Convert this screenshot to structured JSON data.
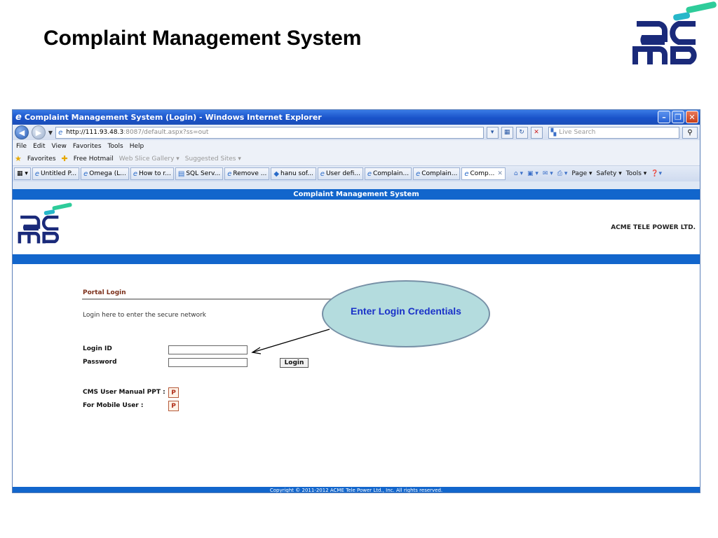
{
  "slide": {
    "title": "Complaint Management System"
  },
  "browser": {
    "window_title": "Complaint Management System (Login) - Windows Internet Explorer",
    "url_host": "http://111.93.48.3",
    "url_rest": ":8087/default.aspx?ss=out",
    "search_placeholder": "Live Search",
    "menu": [
      "File",
      "Edit",
      "View",
      "Favorites",
      "Tools",
      "Help"
    ],
    "favorites": {
      "label": "Favorites",
      "items": [
        "Free Hotmail",
        "Web Slice Gallery ▾",
        "Suggested Sites ▾"
      ]
    },
    "tabs": [
      "Untitled P...",
      "Omega (L...",
      "How to r...",
      "SQL Serv...",
      "Remove ...",
      "hanu sof...",
      "User defi...",
      "Complain...",
      "Complain...",
      "Comp..."
    ],
    "tools": [
      "Page ▾",
      "Safety ▾",
      "Tools ▾"
    ]
  },
  "page": {
    "header_title": "Complaint Management System",
    "company": "ACME TELE POWER LTD.",
    "portal_login_title": "Portal Login",
    "login_help": "Login here to enter the secure network",
    "login_id_label": "Login ID",
    "password_label": "Password",
    "login_button": "Login",
    "manual_label": "CMS User Manual PPT :",
    "mobile_label": "For Mobile User :",
    "copyright": "Copyright © 2011-2012 ACME Tele Power Ltd., Inc. All rights reserved."
  },
  "callout": {
    "text": "Enter Login Credentials"
  },
  "colors": {
    "brand_blue": "#1266cc",
    "logo_blue": "#1a2a7a",
    "logo_green": "#2ecc9a",
    "callout_fill": "#b4dcde",
    "callout_text": "#1a32c8"
  }
}
